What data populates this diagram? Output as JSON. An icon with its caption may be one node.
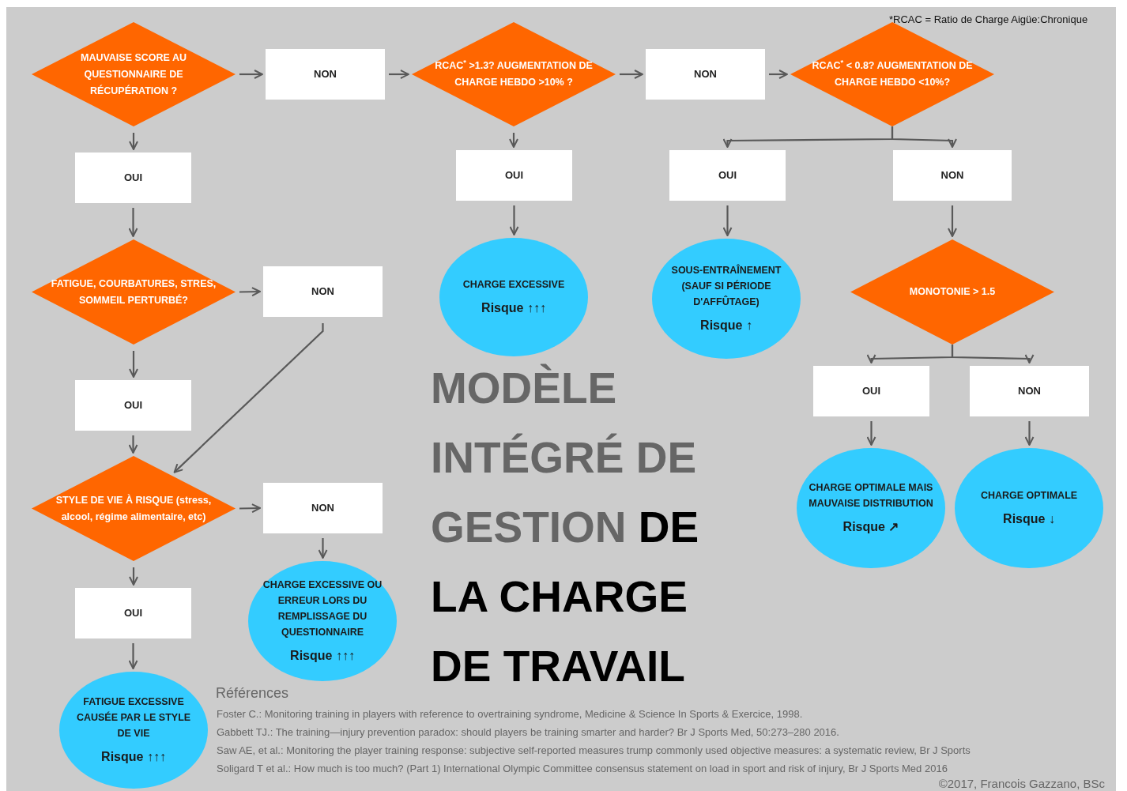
{
  "diagram": {
    "title": "MODÈLE INTÉGRÉ DE GESTION **DE LA CHARGE DE TRAVAIL**",
    "nodes": [
      {
        "text": [
          "MAUVAISE SCORE AU QUESTIONNAIRE DE RÉCUPÉRATION ?"
        ]
      },
      {
        "text": [
          "NON"
        ]
      },
      {
        "text": [
          "RCAC$^{*}$ >1.3? AUGMENTATION DE CHARGE HEBDO >10% ?"
        ]
      },
      {
        "text": [
          "NON"
        ]
      },
      {
        "text": [
          "RCAC$^{*}$ < 0.8? AUGMENTATION DE CHARGE HEBDO <10%?"
        ]
      },
      {
        "text": [
          "OUI"
        ]
      },
      {
        "text": [
          "OUI"
        ]
      },
      {
        "text": [
          "OUI"
        ]
      },
      {
        "text": [
          "NON"
        ]
      },
      {
        "text": [
          "FATIGUE, COURBATURES, STRES, SOMMEIL PERTURBÉ?"
        ]
      },
      {
        "text": [
          "NON"
        ]
      },
      {
        "text": [
          "CHARGE EXCESSIVE",
          "Risque ↑↑↑"
        ]
      },
      {
        "text": [
          "SOUS-ENTRAÎNEMENT (SAUF SI PÉRIODE D'AFFÛTAGE)",
          "Risque ↑"
        ]
      },
      {
        "text": [
          "MONOTONIE > 1.5"
        ]
      },
      {
        "text": [
          "OUI"
        ]
      },
      {
        "text": [
          "STYLE DE VIE À RISQUE (stress, alcool, régime alimentaire, etc)"
        ]
      },
      {
        "text": [
          "NON"
        ]
      },
      {
        "text": [
          "OUI"
        ]
      },
      {
        "text": [
          "NON"
        ]
      },
      {
        "text": [
          "OUI"
        ]
      },
      {
        "text": [
          "CHARGE EXCESSIVE OU ERREUR LORS DU REMPLISSAGE DU QUESTIONNAIRE",
          "Risque ↑↑↑"
        ]
      },
      {
        "text": [
          "CHARGE OPTIMALE MAIS MAUVAISE DISTRIBUTION",
          "Risque ↗"
        ]
      },
      {
        "text": [
          "CHARGE OPTIMALE",
          "Risque ↓"
        ]
      },
      {
        "text": [
          "FATIGUE EXCESSIVE CAUSÉE PAR LE STYLE DE VIE",
          "Risque ↑↑↑"
        ]
      }
    ],
    "edges": [
      {
        "from": 0,
        "to": 1,
        "arrow": "to"
      },
      {
        "from": 1,
        "to": 2,
        "arrow": "to"
      },
      {
        "from": 2,
        "to": 3,
        "arrow": "to"
      },
      {
        "from": 3,
        "to": 4,
        "arrow": "to"
      },
      {
        "from": 0,
        "to": 5,
        "arrow": "to"
      },
      {
        "from": 2,
        "to": 6,
        "arrow": "to"
      },
      {
        "from": 4,
        "to": 7,
        "arrow": "to"
      },
      {
        "from": 4,
        "to": 8,
        "arrow": "to"
      },
      {
        "from": 5,
        "to": 9,
        "arrow": "to"
      },
      {
        "from": 6,
        "to": 11,
        "arrow": "to"
      },
      {
        "from": 7,
        "to": 12,
        "arrow": "to"
      },
      {
        "from": 8,
        "to": 13,
        "arrow": "to"
      },
      {
        "from": 9,
        "to": 10,
        "arrow": "to"
      },
      {
        "from": 9,
        "to": 14,
        "arrow": "to"
      },
      {
        "from": 10,
        "to": 15,
        "arrow": "to"
      },
      {
        "from": 13,
        "to": 17,
        "arrow": "to"
      },
      {
        "from": 13,
        "to": 18,
        "arrow": "to"
      },
      {
        "from": 14,
        "to": 15,
        "arrow": "to"
      },
      {
        "from": 15,
        "to": 16,
        "arrow": "to"
      },
      {
        "from": 15,
        "to": 19,
        "arrow": "to"
      },
      {
        "from": 16,
        "to": 20,
        "arrow": "to"
      },
      {
        "from": 17,
        "to": 21,
        "arrow": "to"
      },
      {
        "from": 18,
        "to": 22,
        "arrow": "to"
      },
      {
        "from": 19,
        "to": 23,
        "arrow": "to"
      }
    ],
    "labels": [
      "*RCAC = Ratio de Charge Aigüe:Chronique",
      "Références",
      "Foster C.: Monitoring training in players with reference to overtraining syndrome, Medicine & Science In Sports & Exercice, 1998.",
      "Gabbett TJ.: The training—injury prevention paradox: should players be training smarter and harder?  Br J Sports Med, 50:273–280 2016.",
      "Saw AE, et al.: Monitoring the player training response: subjective self-reported measures trump commonly used objective measures: a systematic review, Br J Sports",
      "Soligard T et al.: How much is too much? (Part 1) International Olympic Committee consensus statement on load in sport and risk of injury, Br J Sports Med 2016",
      "©2017, Francois Gazzano, BSc"
    ]
  }
}
